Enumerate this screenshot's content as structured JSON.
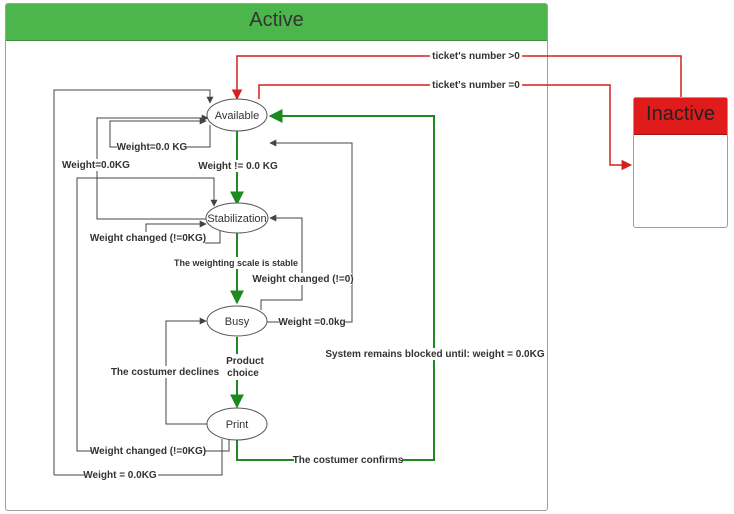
{
  "active": {
    "title": "Active",
    "color": "#4cb64c"
  },
  "inactive": {
    "title": "Inactive",
    "color": "#e01b1b"
  },
  "states": {
    "available": "Available",
    "stabilization": "Stabilization",
    "busy": "Busy",
    "print": "Print"
  },
  "transitions": {
    "tickets_gt0": "ticket's number >0",
    "tickets_eq0": "ticket's number =0",
    "weight_zero_kg_self": "Weight=0.0 KG",
    "weight_neq_zero": "Weight != 0.0 KG",
    "weight_zero_left": "Weight=0.0KG",
    "weight_changed_stab": "Weight changed (!=0KG)",
    "scale_stable": "The weighting scale is stable",
    "weight_changed_busy": "Weight changed (!=0)",
    "weight_zero_busy": "Weight =0.0kg",
    "product_choice_1": "Product",
    "product_choice_2": "choice",
    "costumer_declines": "The costumer declines",
    "system_blocked": "System remains blocked until: weight = 0.0KG",
    "weight_changed_print": "Weight changed (!=0KG)",
    "costumer_confirms": "The costumer confirms",
    "weight_zero_bottom": "Weight = 0.0KG"
  },
  "colors": {
    "red_arrow": "#d42020",
    "green_arrow": "#1e8a1e",
    "gray_arrow": "#555555"
  }
}
